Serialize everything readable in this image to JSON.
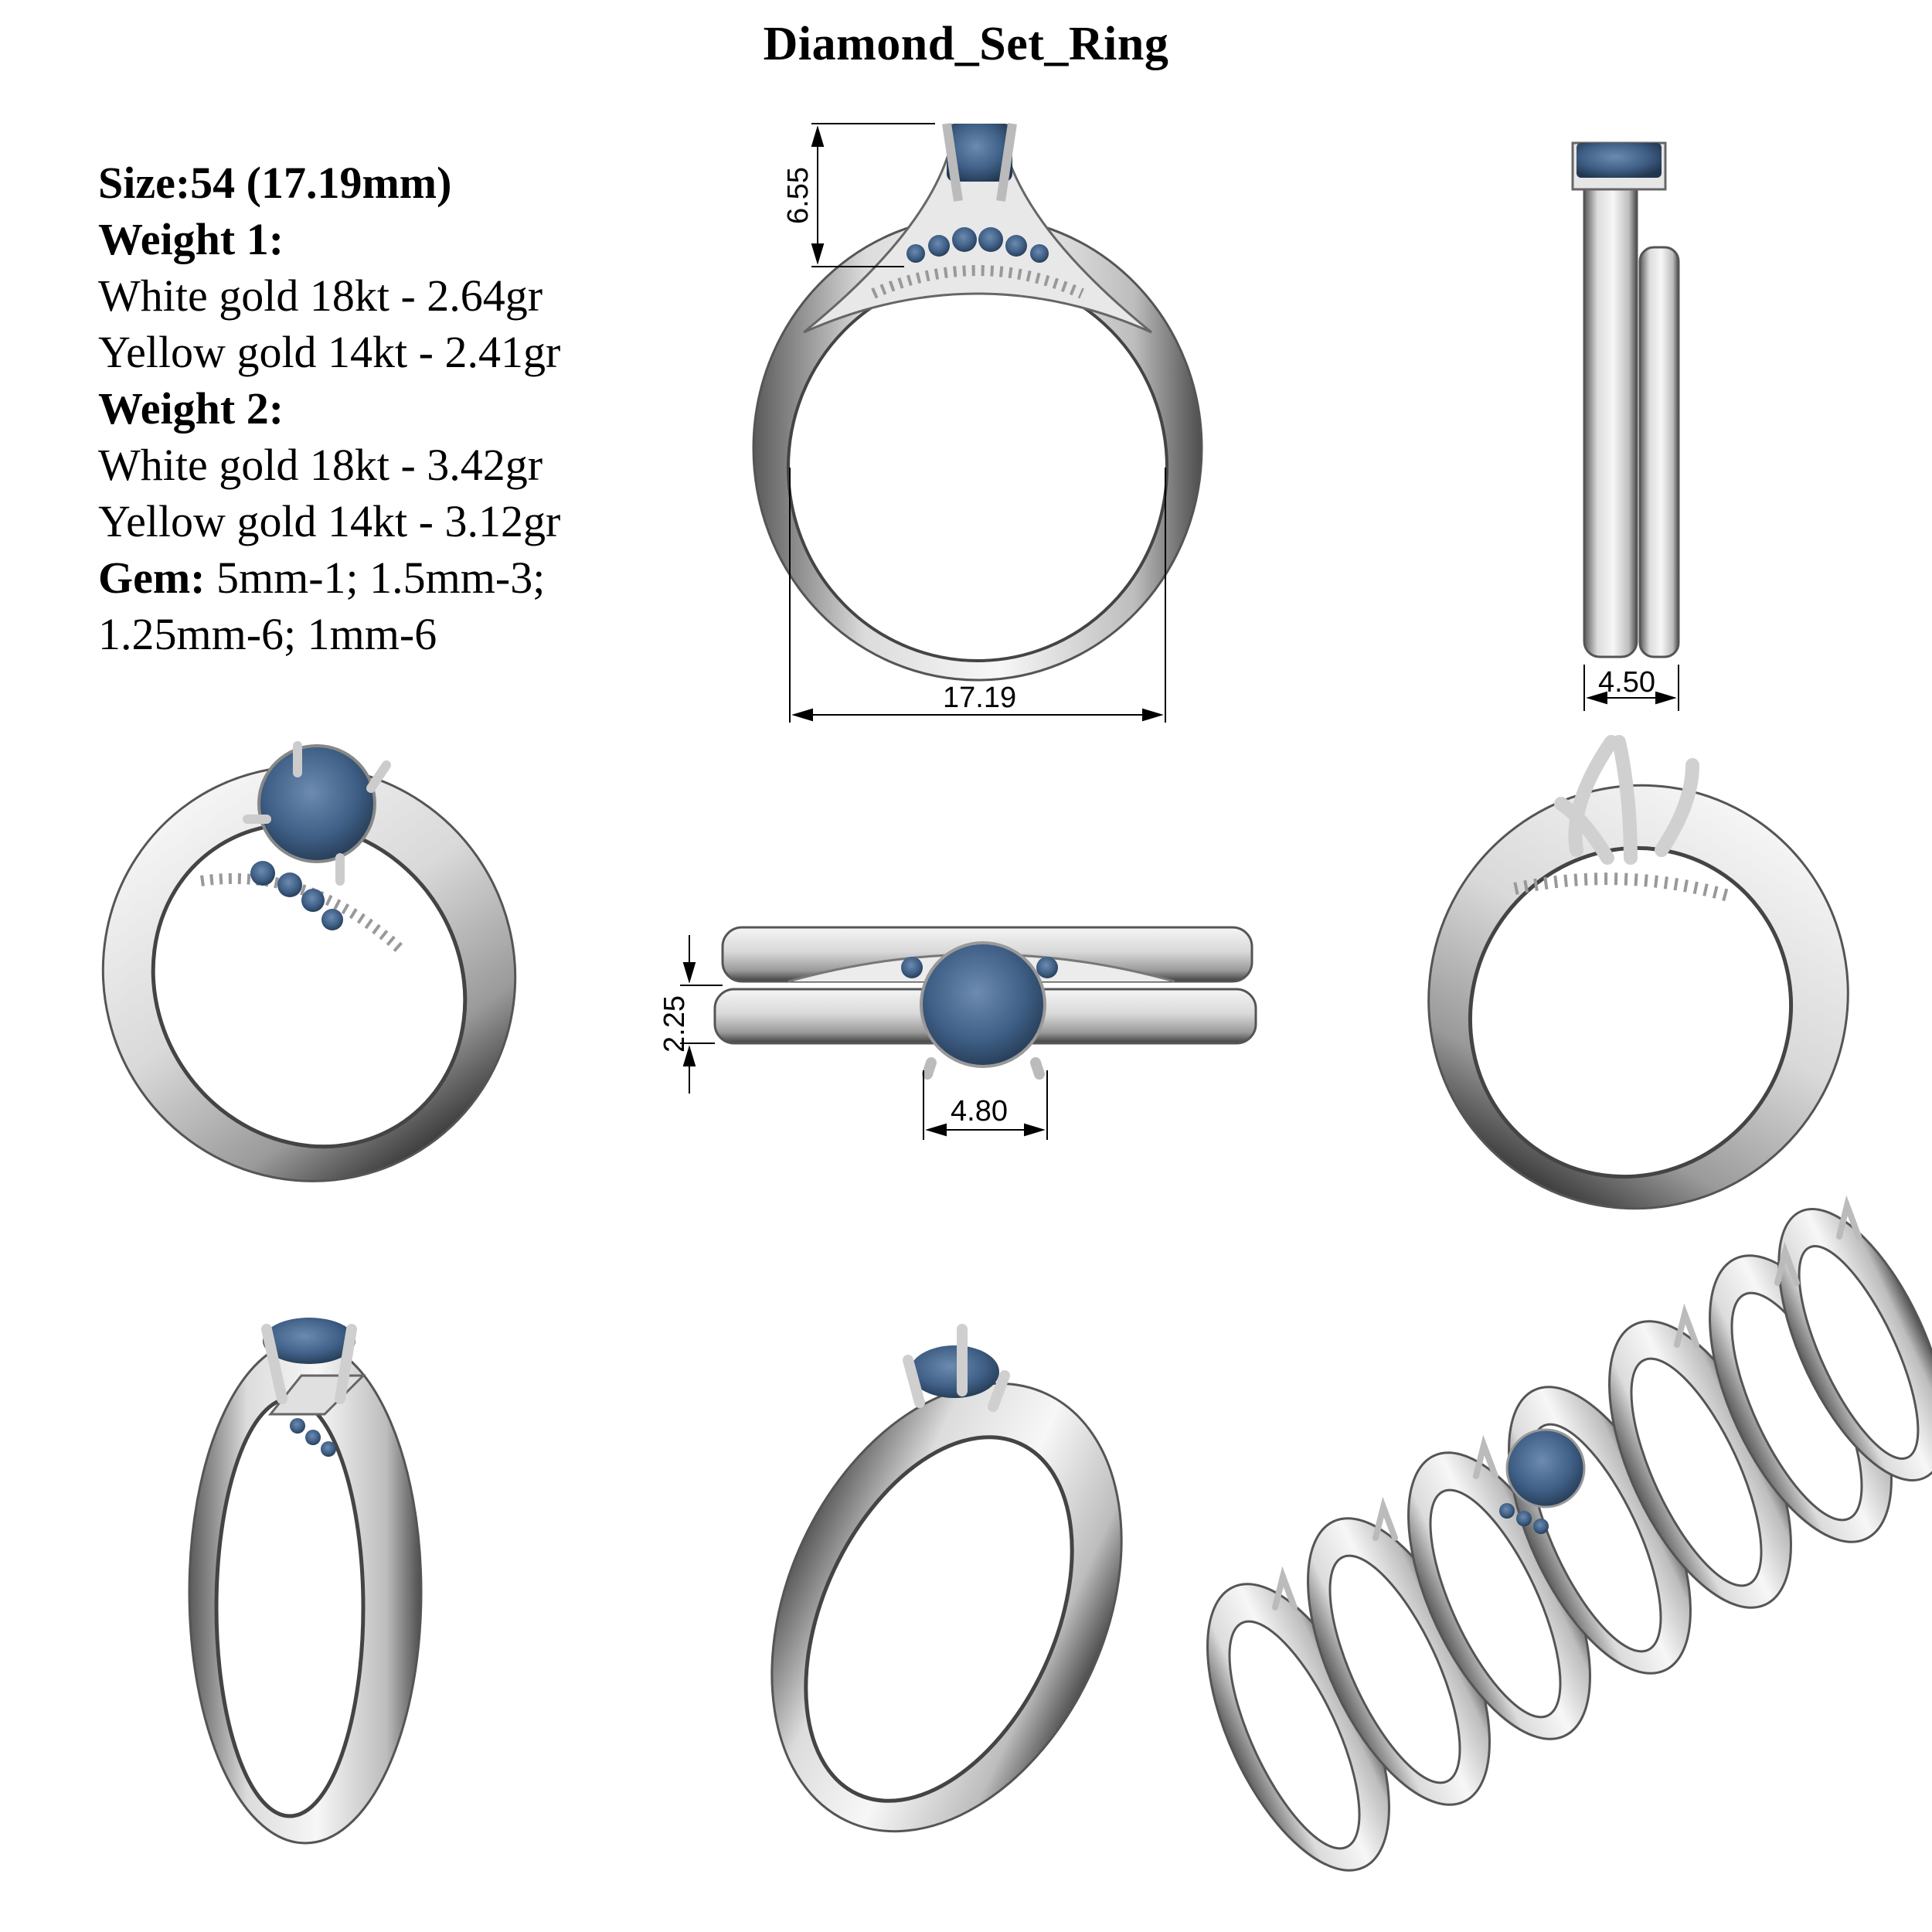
{
  "title": "Diamond_Set_Ring",
  "specs": {
    "size": "Size:54 (17.19mm)",
    "weight1_label": "Weight 1:",
    "weight1_white": "White gold 18kt - 2.64gr",
    "weight1_yellow": "Yellow gold 14kt - 2.41gr",
    "weight2_label": "Weight 2:",
    "weight2_white": "White gold 18kt - 3.42gr",
    "weight2_yellow": "Yellow gold 14kt - 3.12gr",
    "gem_label": "Gem:",
    "gem_line1": " 5mm-1; 1.5mm-3;",
    "gem_line2": "1.25mm-6; 1mm-6"
  },
  "dimensions": {
    "height": "6.55",
    "inner_diameter": "17.19",
    "band_width": "4.50",
    "band_height": "2.25",
    "stone_width": "4.80"
  },
  "colors": {
    "gem": "#3f5f86",
    "metal_light": "#f4f4f4",
    "metal_dark": "#4a4a4a"
  }
}
